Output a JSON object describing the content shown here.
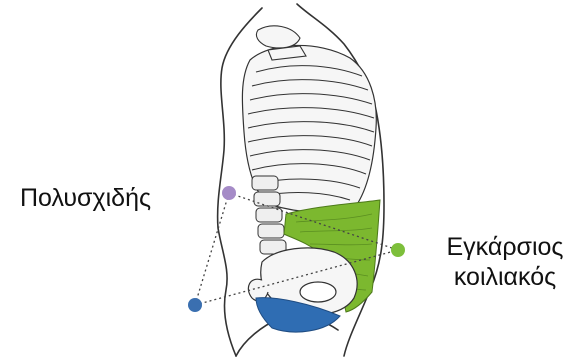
{
  "labels": {
    "multifidus": "Πολυσχιδής",
    "transverse_line1": "Εγκάρσιος",
    "transverse_line2": "κοιλιακός"
  },
  "colors": {
    "purple_point": "#a58bc7",
    "green_point": "#7dbf3b",
    "blue_point": "#3a6fb0",
    "transverse_muscle": "#7cb82f",
    "pelvic_floor": "#2f6db3",
    "outline": "#333333"
  }
}
